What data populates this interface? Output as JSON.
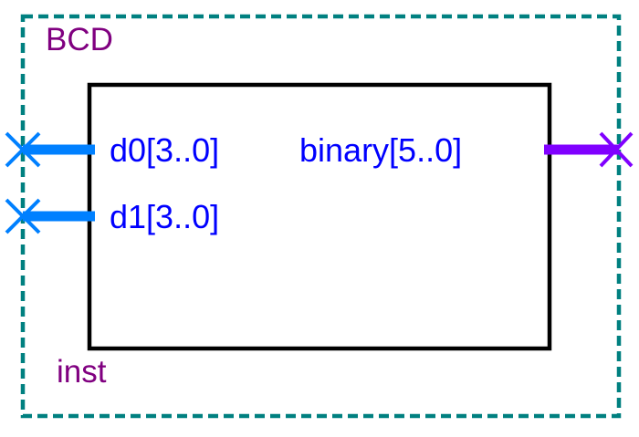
{
  "symbol": {
    "name": "BCD",
    "instance": "inst"
  },
  "ports": {
    "inputs": [
      {
        "label": "d0[3..0]"
      },
      {
        "label": "d1[3..0]"
      }
    ],
    "outputs": [
      {
        "label": "binary[5..0]"
      }
    ]
  },
  "colors": {
    "boundary": "#008080",
    "symbol_text": "#800080",
    "port_text": "#0000ff",
    "input_wire": "#0080ff",
    "output_wire": "#8000ff",
    "body_stroke": "#000000"
  }
}
